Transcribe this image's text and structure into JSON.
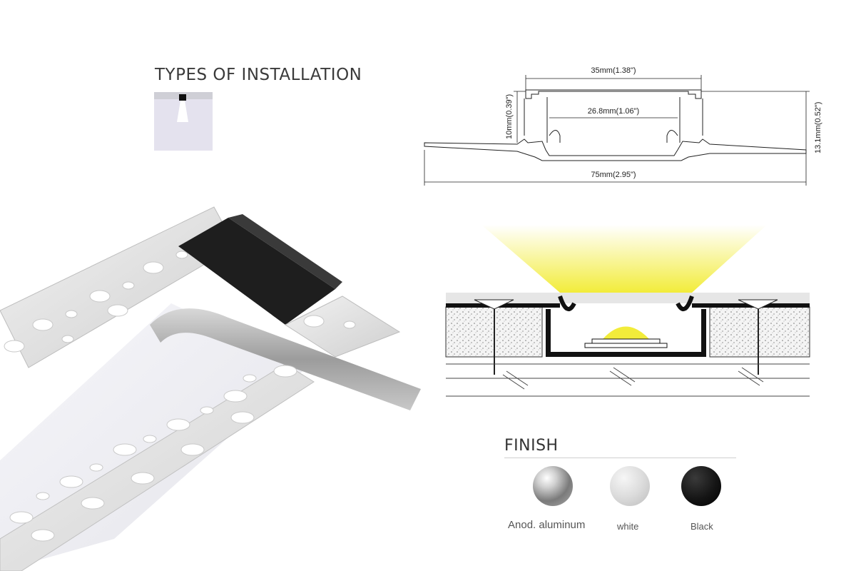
{
  "installation": {
    "title": "TYPES OF INSTALLATION"
  },
  "dimensions": {
    "outer_width": "35mm(1.38\")",
    "inner_width": "26.8mm(1.06\")",
    "total_width": "75mm(2.95\")",
    "left_height": "10mm(0.39\")",
    "right_height": "13.1mm(0.52\")"
  },
  "finish": {
    "title": "FINISH",
    "options": [
      {
        "label": "Anod. aluminum",
        "color": "#9a9a9a"
      },
      {
        "label": "white",
        "color": "#d8d8d8"
      },
      {
        "label": "Black",
        "color": "#161616"
      }
    ]
  },
  "colors": {
    "light_beam": "#f2ec3a",
    "plaster": "#e6e6e6",
    "profile_black": "#111111"
  }
}
